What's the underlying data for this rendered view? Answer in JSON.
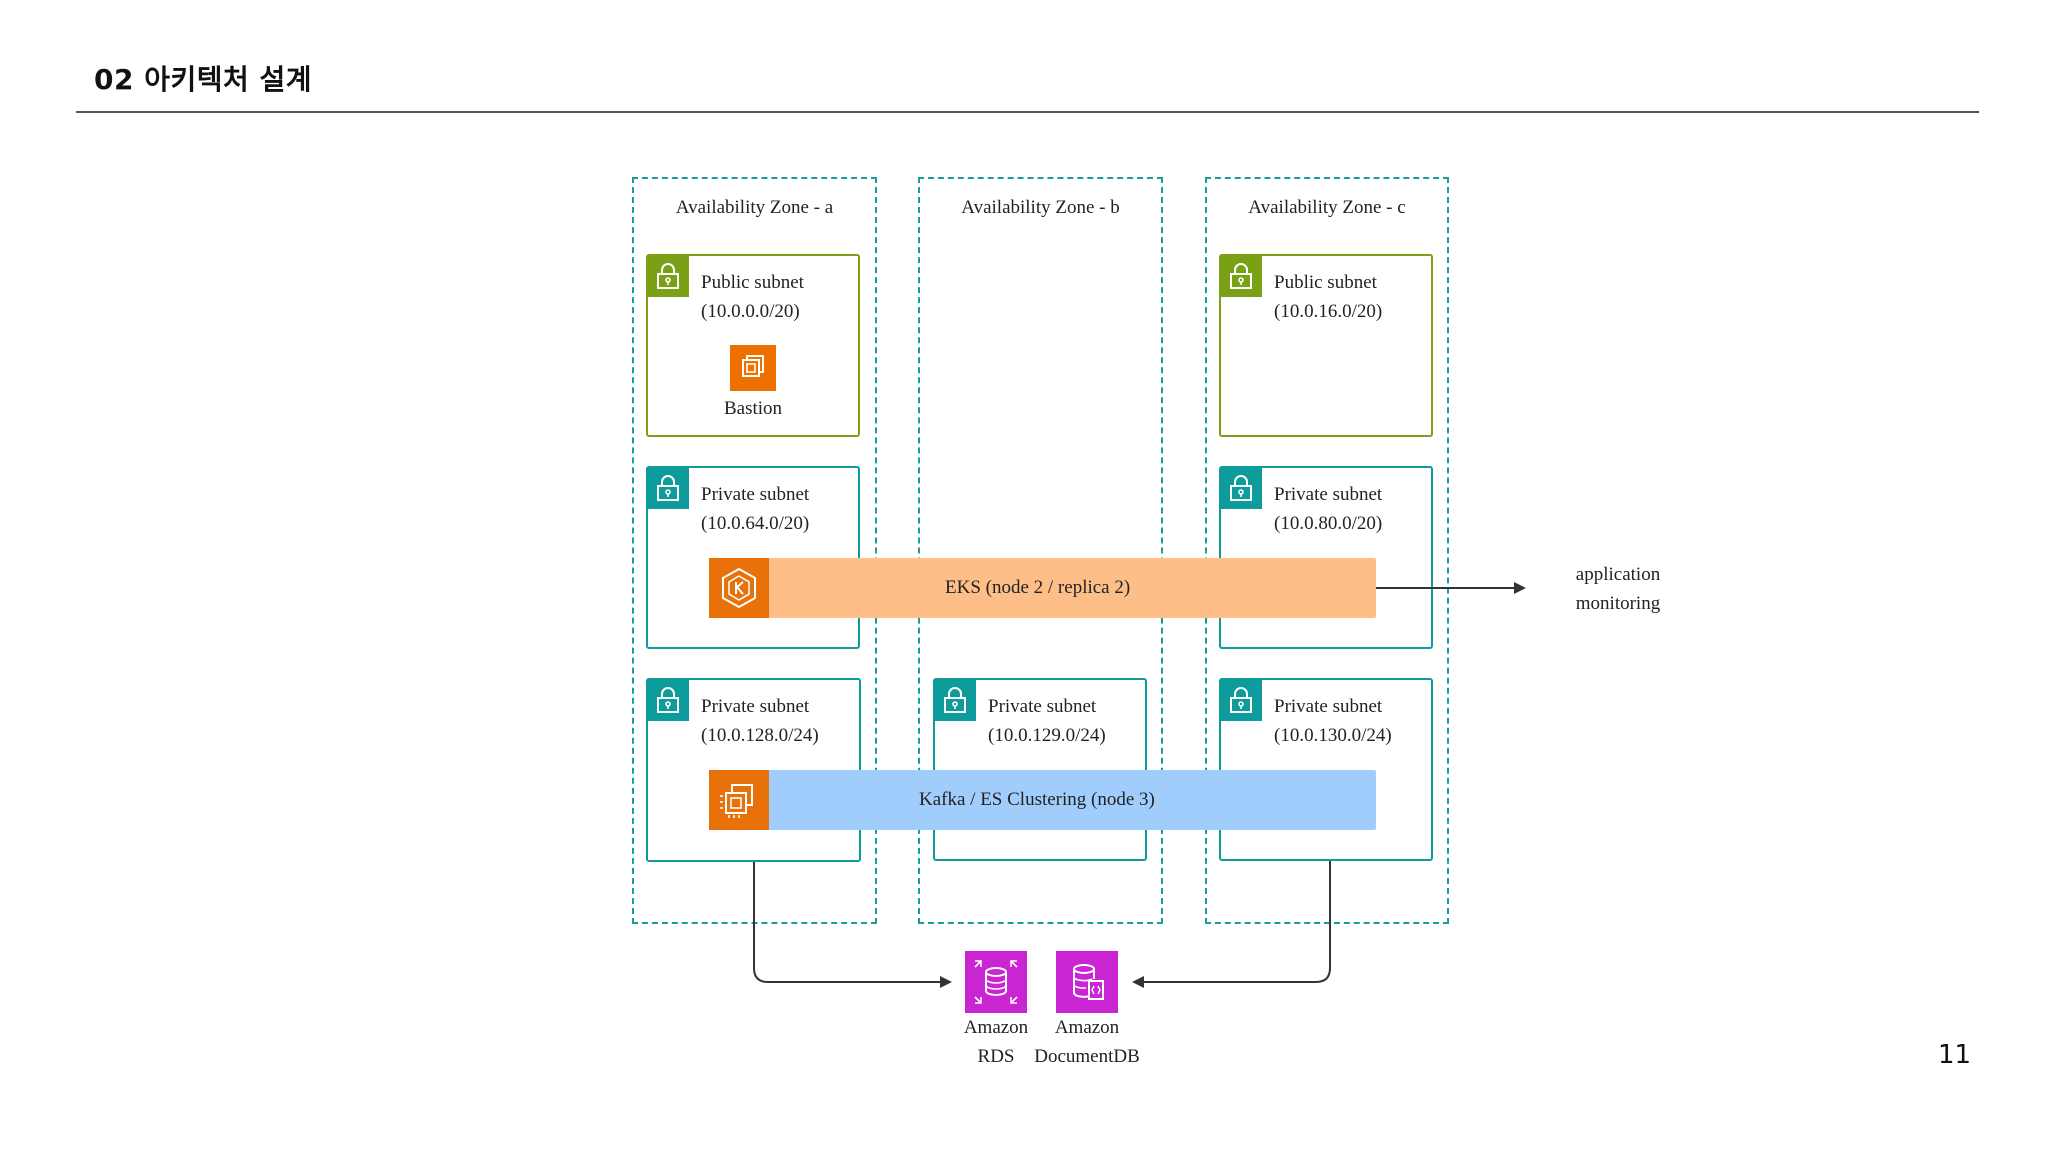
{
  "header": {
    "title": "02 아키텍처 설계",
    "page_number": "11"
  },
  "zones": [
    {
      "label": "Availability Zone - a"
    },
    {
      "label": "Availability Zone - b"
    },
    {
      "label": "Availability Zone - c"
    }
  ],
  "subnets": {
    "a_public": {
      "line1": "Public subnet",
      "line2": "(10.0.0.0/20)"
    },
    "a_private1": {
      "line1": "Private subnet",
      "line2": "(10.0.64.0/20)"
    },
    "a_private2": {
      "line1": "Private subnet",
      "line2": "(10.0.128.0/24)"
    },
    "b_private2": {
      "line1": "Private subnet",
      "line2": "(10.0.129.0/24)"
    },
    "c_public": {
      "line1": "Public subnet",
      "line2": "(10.0.16.0/20)"
    },
    "c_private1": {
      "line1": "Private subnet",
      "line2": "(10.0.80.0/20)"
    },
    "c_private2": {
      "line1": "Private subnet",
      "line2": "(10.0.130.0/24)"
    }
  },
  "bastion": {
    "label": "Bastion"
  },
  "eks": {
    "label": "EKS (node 2 / replica 2)"
  },
  "kafka": {
    "label": "Kafka / ES Clustering (node 3)"
  },
  "external": {
    "line1": "application",
    "line2": "monitoring"
  },
  "databases": {
    "rds": {
      "line1": "Amazon",
      "line2": "RDS"
    },
    "documentdb": {
      "line1": "Amazon",
      "line2": "DocumentDB"
    }
  },
  "colors": {
    "zone_border": "#1a9c9c",
    "public_subnet": "#7aa116",
    "private_subnet": "#0e9b9b",
    "compute_orange": "#ed7100",
    "eks_band": "#fdbf87",
    "kafka_band": "#a1cdfd",
    "database_magenta": "#c925d1"
  },
  "icons": {
    "subnet": "lock-icon",
    "bastion": "ec2-instance-icon",
    "eks": "eks-icon",
    "kafka": "ec2-instance-icon",
    "rds": "rds-icon",
    "documentdb": "documentdb-icon"
  }
}
